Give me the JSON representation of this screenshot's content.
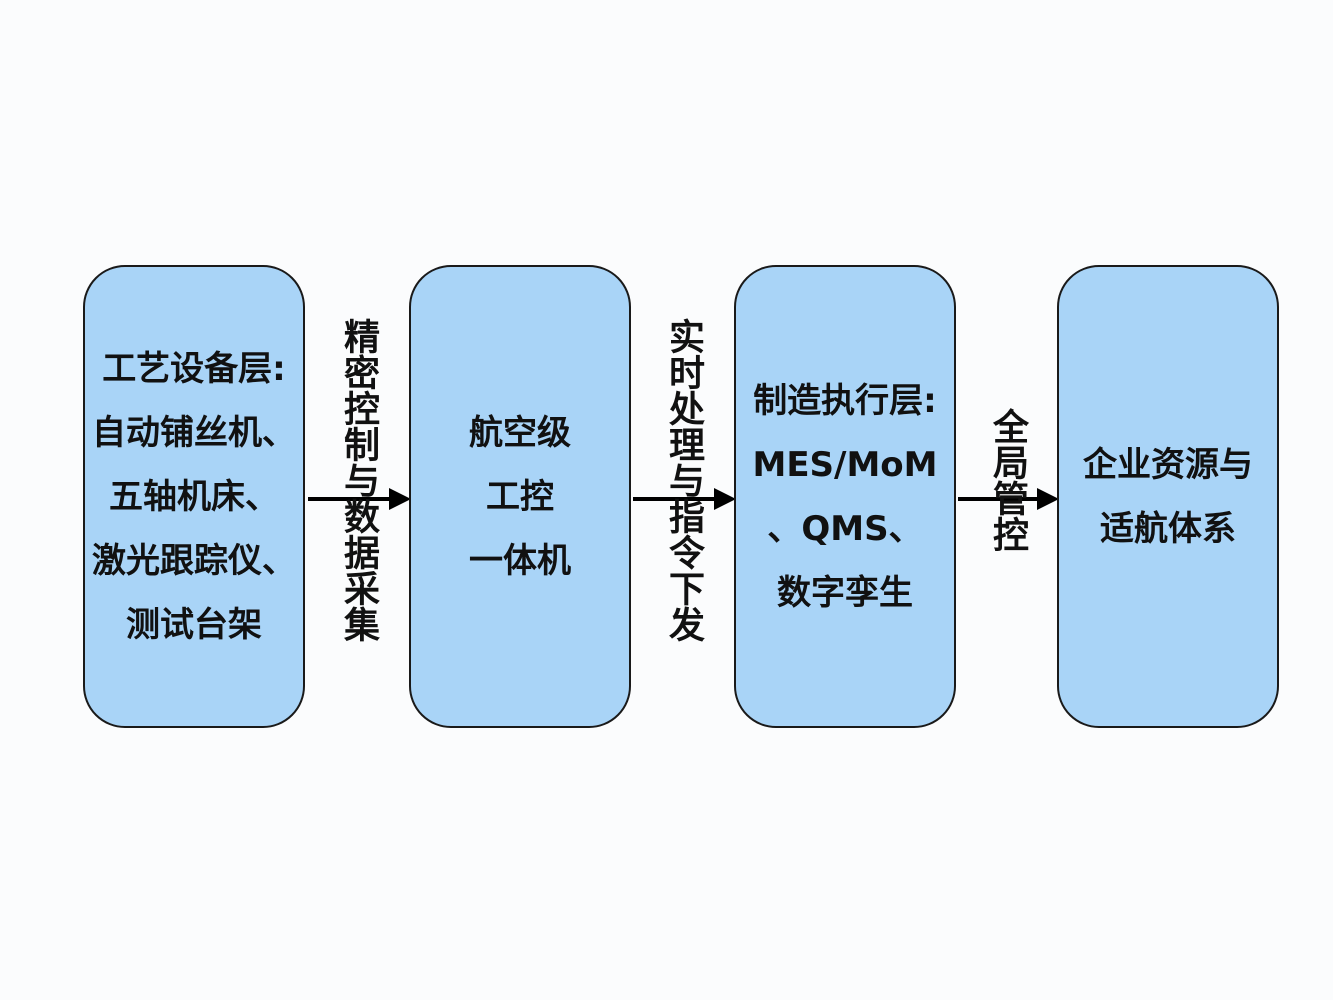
{
  "boxes": [
    {
      "lines": [
        "工艺设备层:",
        "自动铺丝机、",
        "五轴机床、",
        "激光跟踪仪、",
        "测试台架"
      ]
    },
    {
      "lines": [
        "航空级",
        "工控",
        "一体机"
      ]
    },
    {
      "lines": [
        "制造执行层:",
        "MES/MoM",
        "、QMS、",
        "数字孪生"
      ]
    },
    {
      "lines": [
        "企业资源与",
        "适航体系"
      ]
    }
  ],
  "arrows": [
    {
      "label": "精密控制与数据采集"
    },
    {
      "label": "实时处理与指令下发"
    },
    {
      "label": "全局管控"
    }
  ],
  "colors": {
    "box_fill": "#a9d4f7",
    "box_border": "#1a1a1a",
    "arrow": "#000000",
    "background": "#fbfcfd"
  }
}
